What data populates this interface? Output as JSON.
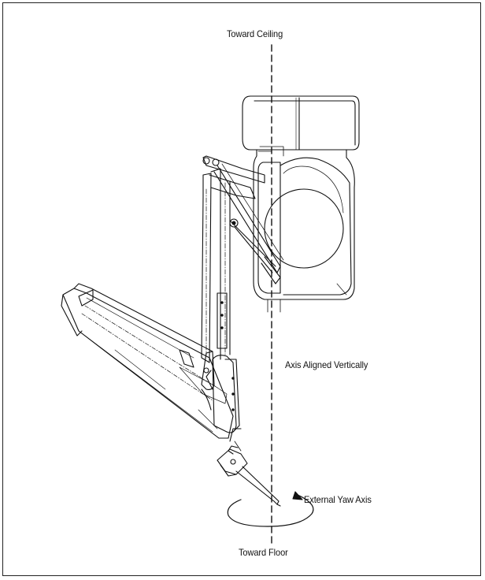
{
  "labels": {
    "top": "Toward Ceiling",
    "axis_aligned": "Axis Aligned Vertically",
    "yaw": "External Yaw Axis",
    "bottom": "Toward Floor"
  }
}
